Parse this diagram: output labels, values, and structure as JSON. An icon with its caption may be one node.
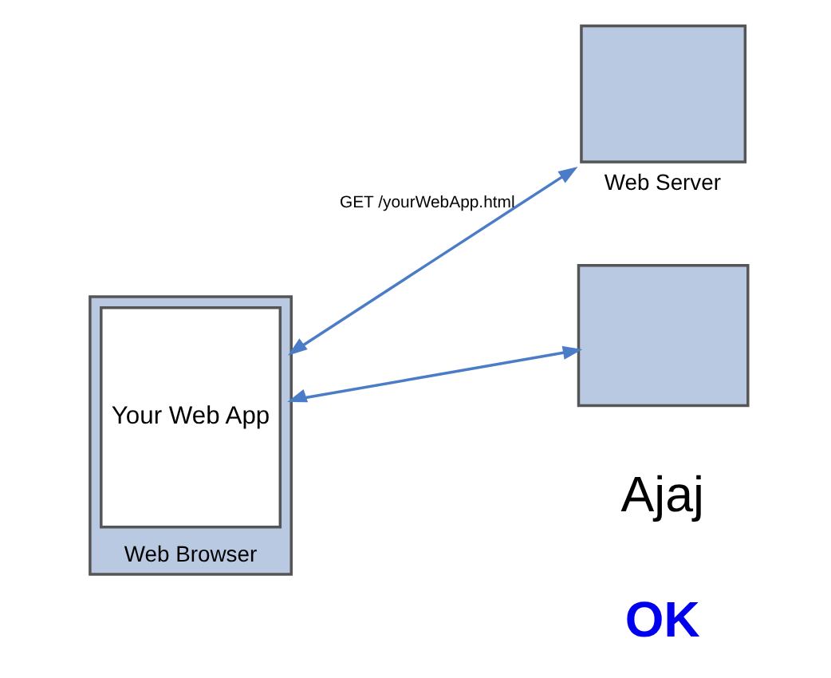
{
  "diagram": {
    "nodes": [
      {
        "text": [
          "Web Browser"
        ]
      },
      {
        "text": [
          "Your Web App"
        ],
        "in": 0
      },
      {
        "text": [
          "Web Server"
        ]
      },
      {
        "text": [],
        "shape": "box"
      }
    ],
    "edges": [
      {
        "from": 0,
        "to": 2,
        "arrow": "both",
        "label": "GET /yourWebApp.html"
      },
      {
        "from": 0,
        "to": 3,
        "arrow": "both"
      }
    ],
    "labels": [
      "Ajaj",
      "OK"
    ]
  }
}
